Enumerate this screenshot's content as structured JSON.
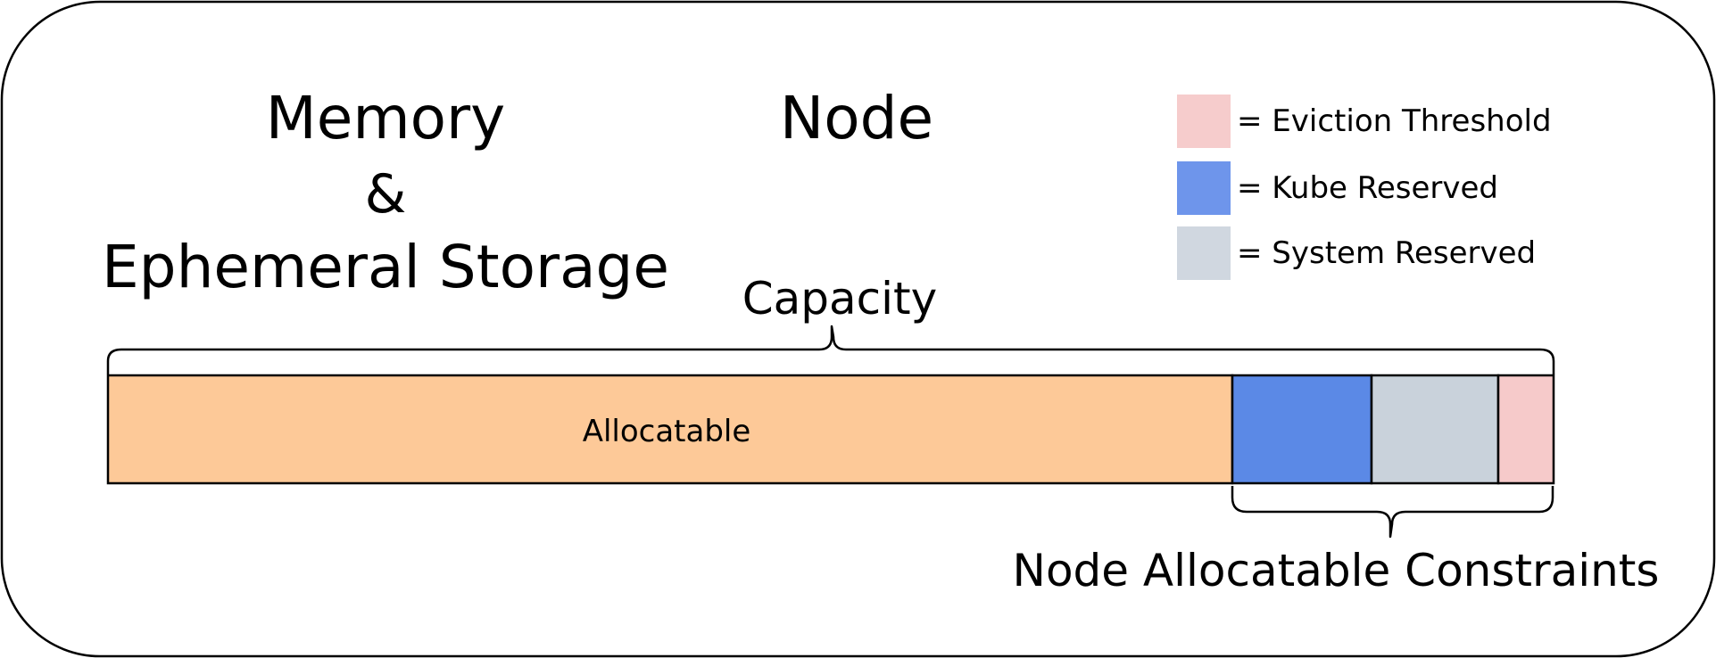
{
  "title_left": {
    "line1": "Memory",
    "line2": "&",
    "line3": "Ephemeral Storage"
  },
  "title_right": "Node",
  "capacity_label": "Capacity",
  "constraints_label": "Node Allocatable Constraints",
  "segments": [
    {
      "label": "Allocatable",
      "color": "#FDC998"
    },
    {
      "label": "",
      "color": "#5B89E6"
    },
    {
      "label": "",
      "color": "#C9D2DB"
    },
    {
      "label": "",
      "color": "#F6CACA"
    }
  ],
  "legend": [
    {
      "label": "= Eviction Threshold",
      "color": "#F6CCCC"
    },
    {
      "label": "= Kube Reserved",
      "color": "#6E95EB"
    },
    {
      "label": "= System Reserved",
      "color": "#D0D7E0"
    }
  ]
}
